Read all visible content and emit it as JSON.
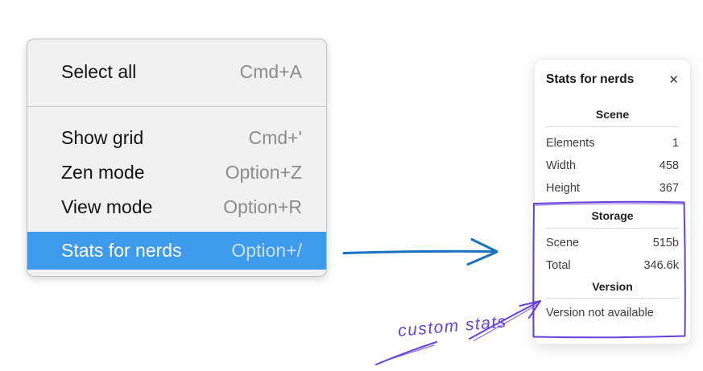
{
  "menu": {
    "items": [
      {
        "label": "Select all",
        "shortcut": "Cmd+A"
      },
      {
        "label": "Show grid",
        "shortcut": "Cmd+'"
      },
      {
        "label": "Zen mode",
        "shortcut": "Option+Z"
      },
      {
        "label": "View mode",
        "shortcut": "Option+R"
      },
      {
        "label": "Stats for nerds",
        "shortcut": "Option+/"
      }
    ],
    "highlighted_item": "Stats for nerds",
    "highlight_color": "#3d9aec"
  },
  "stats_panel": {
    "title": "Stats for nerds",
    "close_icon": "✕",
    "scene": {
      "header": "Scene",
      "rows": [
        {
          "label": "Elements",
          "value": "1"
        },
        {
          "label": "Width",
          "value": "458"
        },
        {
          "label": "Height",
          "value": "367"
        }
      ]
    },
    "storage": {
      "header": "Storage",
      "rows": [
        {
          "label": "Scene",
          "value": "515b"
        },
        {
          "label": "Total",
          "value": "346.6k"
        }
      ]
    },
    "version": {
      "header": "Version",
      "note": "Version not available"
    }
  },
  "annotations": {
    "custom_stats_label": "custom stats",
    "colors": {
      "blue_arrow": "#1971c2",
      "violet": "#6741d9"
    }
  }
}
